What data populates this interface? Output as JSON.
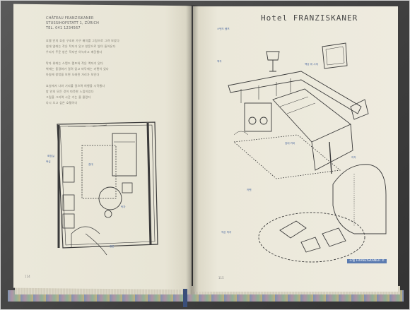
{
  "header": {
    "lines": [
      "CHÂTEAU FRANZISKANER",
      "STUSSIHOFSTATT 1, ZÜRICH",
      "TEL. 041 1234567"
    ]
  },
  "left_page": {
    "paragraphs": [
      "호텔 안의 호실 구조와 가구 배치를 그림으로 그려 보았다",
      "침대 옆에는 작은 탁자가 있고 창문으로 빛이 들어온다",
      "우리가 주운 방은 작지만 아늑하고 깨끗했다",
      "탁자 위에는 스탠드 램프와 작은 액자가 있다",
      "벽에는 풍경화가 걸려 있고 바닥에는 카펫이 있다",
      "아침에 창밖을 보면 오래된 거리가 보인다",
      "호실에서 나와 거리를 걸으며 여행을 시작했다",
      "방 안의 모든 것이 따뜻한 느낌이었다",
      "그림을 그리며 시간 가는 줄 몰랐다",
      "다시 오고 싶은 호텔이다"
    ],
    "floorplan_labels": [
      "화장실",
      "욕실",
      "침대",
      "탁자",
      "창문"
    ],
    "page_number": "114"
  },
  "right_page": {
    "title": "Hotel FRANZISKANER",
    "labels": [
      "스탠드 램프",
      "액자",
      "책상 위 시계",
      "침대 커버",
      "카펫",
      "의자",
      "작은 탁자"
    ],
    "footer": "호텔 FRANZISKANER ②",
    "page_number": "115"
  },
  "colors": {
    "accent_blue": "#5b7bb0",
    "paper": "#ece9dc",
    "ink": "#3a3a3a"
  }
}
